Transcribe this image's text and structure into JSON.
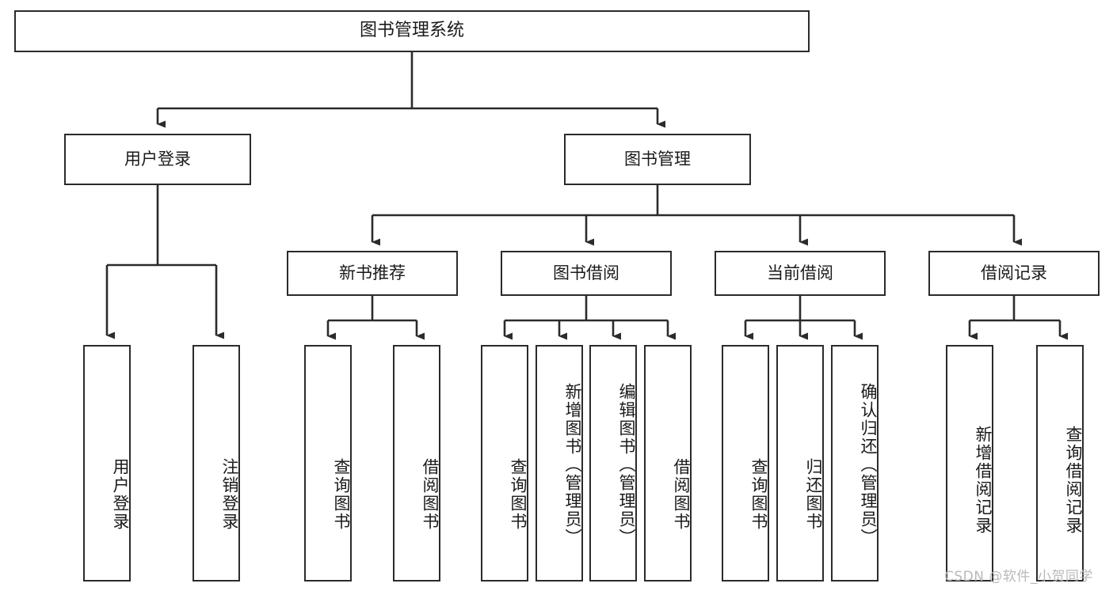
{
  "diagram": {
    "type": "tree-hierarchy",
    "title": "图书管理系统",
    "orientation": "top-down",
    "colors": {
      "box_border": "#2b2b2b",
      "box_fill": "#ffffff",
      "connector": "#2b2b2b",
      "text": "#1a1a1a",
      "watermark": "#b9b9b9"
    },
    "root": {
      "label": "图书管理系统"
    },
    "level1": [
      {
        "label": "用户登录"
      },
      {
        "label": "图书管理"
      }
    ],
    "level2": [
      {
        "label": "新书推荐"
      },
      {
        "label": "图书借阅"
      },
      {
        "label": "当前借阅"
      },
      {
        "label": "借阅记录"
      }
    ],
    "leaves": {
      "user_login": [
        {
          "label": "用户登录"
        },
        {
          "label": "注销登录"
        }
      ],
      "new_book_recommend": [
        {
          "label": "查询图书"
        },
        {
          "label": "借阅图书"
        }
      ],
      "book_borrow": [
        {
          "label": "查询图书"
        },
        {
          "label": "新增图书（管理员）"
        },
        {
          "label": "编辑图书（管理员）"
        },
        {
          "label": "借阅图书"
        }
      ],
      "current_borrow": [
        {
          "label": "查询图书"
        },
        {
          "label": "归还图书"
        },
        {
          "label": "确认归还（管理员）"
        }
      ],
      "borrow_record": [
        {
          "label": "新增借阅记录"
        },
        {
          "label": "查询借阅记录"
        }
      ]
    }
  },
  "watermark": {
    "text": "CSDN @软件_小贺同学"
  }
}
